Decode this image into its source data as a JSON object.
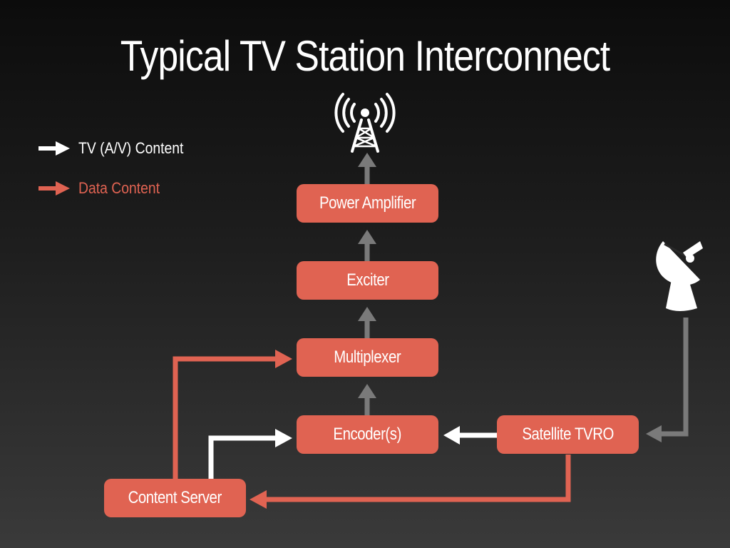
{
  "title": "Typical TV Station Interconnect",
  "legend": {
    "av_label": "TV (A/V) Content",
    "data_label": "Data Content"
  },
  "colors": {
    "box": "#e06352",
    "data_line": "#e06352",
    "av_line": "#ffffff",
    "signal_line": "#7a7a7a"
  },
  "nodes": {
    "power_amplifier": "Power Amplifier",
    "exciter": "Exciter",
    "multiplexer": "Multiplexer",
    "encoder": "Encoder(s)",
    "satellite_tvro": "Satellite TVRO",
    "content_server": "Content Server"
  },
  "icons": {
    "tower": "broadcast-tower-icon",
    "dish": "satellite-dish-icon"
  }
}
